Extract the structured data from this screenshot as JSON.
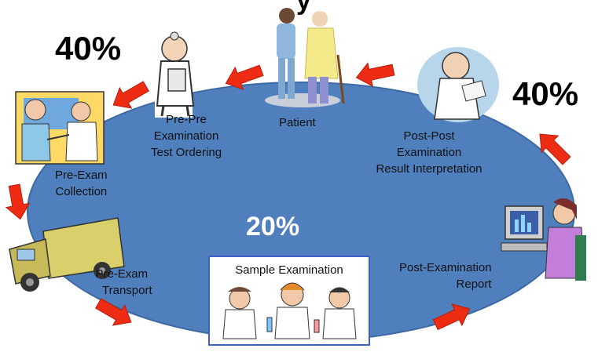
{
  "title_fragment": "y",
  "stages": {
    "patient": {
      "lines": [
        "Patient"
      ]
    },
    "pre_pre": {
      "lines": [
        "Pre-Pre",
        "Examination",
        "Test Ordering"
      ]
    },
    "pre_exam_collection": {
      "lines": [
        "Pre-Exam",
        "Collection"
      ]
    },
    "pre_exam_transport": {
      "lines": [
        "Pre-Exam",
        "Transport"
      ]
    },
    "sample_examination": {
      "label": "Sample Examination"
    },
    "post_exam_report": {
      "lines": [
        "Post-Examination",
        "Report"
      ]
    },
    "post_post": {
      "lines": [
        "Post-Post",
        "Examination",
        "Result Interpretation"
      ]
    }
  },
  "percentages": {
    "pre": "40%",
    "analytic": "20%",
    "post": "40%"
  },
  "colors": {
    "ellipse": "#4f7fbd",
    "ellipse_edge": "#3d6aa5",
    "arrow": "#ee2c14",
    "arrow_edge": "#b51e0b",
    "box_border": "#3f5fc4"
  },
  "icons": [
    "patient-icon",
    "doctor-icon",
    "phlebotomy-icon",
    "van-icon",
    "lab-kids-icon",
    "computer-worker-icon",
    "physician-icon"
  ]
}
